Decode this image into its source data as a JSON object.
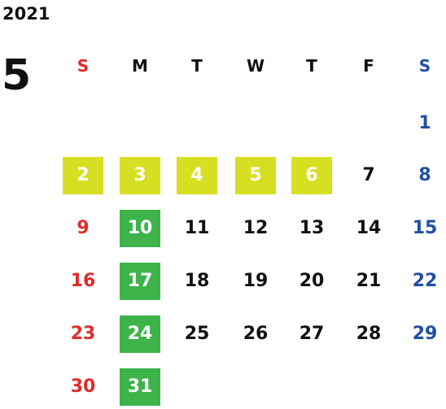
{
  "year": "2021",
  "month": "5",
  "weekdays": [
    "S",
    "M",
    "T",
    "W",
    "T",
    "F",
    "S"
  ],
  "colors": {
    "sunday": "#e02b2b",
    "saturday": "#1f4fa3",
    "weekday": "#111111",
    "holiday_highlight": "#d7df23",
    "green_highlight": "#3db34a"
  },
  "days": [
    {
      "day": "1",
      "col": 6,
      "row": 0
    },
    {
      "day": "2",
      "col": 0,
      "row": 1,
      "highlight": "yellow"
    },
    {
      "day": "3",
      "col": 1,
      "row": 1,
      "highlight": "yellow"
    },
    {
      "day": "4",
      "col": 2,
      "row": 1,
      "highlight": "yellow"
    },
    {
      "day": "5",
      "col": 3,
      "row": 1,
      "highlight": "yellow"
    },
    {
      "day": "6",
      "col": 4,
      "row": 1,
      "highlight": "yellow"
    },
    {
      "day": "7",
      "col": 5,
      "row": 1
    },
    {
      "day": "8",
      "col": 6,
      "row": 1
    },
    {
      "day": "9",
      "col": 0,
      "row": 2
    },
    {
      "day": "10",
      "col": 1,
      "row": 2,
      "highlight": "green"
    },
    {
      "day": "11",
      "col": 2,
      "row": 2
    },
    {
      "day": "12",
      "col": 3,
      "row": 2
    },
    {
      "day": "13",
      "col": 4,
      "row": 2
    },
    {
      "day": "14",
      "col": 5,
      "row": 2
    },
    {
      "day": "15",
      "col": 6,
      "row": 2
    },
    {
      "day": "16",
      "col": 0,
      "row": 3
    },
    {
      "day": "17",
      "col": 1,
      "row": 3,
      "highlight": "green"
    },
    {
      "day": "18",
      "col": 2,
      "row": 3
    },
    {
      "day": "19",
      "col": 3,
      "row": 3
    },
    {
      "day": "20",
      "col": 4,
      "row": 3
    },
    {
      "day": "21",
      "col": 5,
      "row": 3
    },
    {
      "day": "22",
      "col": 6,
      "row": 3
    },
    {
      "day": "23",
      "col": 0,
      "row": 4
    },
    {
      "day": "24",
      "col": 1,
      "row": 4,
      "highlight": "green"
    },
    {
      "day": "25",
      "col": 2,
      "row": 4
    },
    {
      "day": "26",
      "col": 3,
      "row": 4
    },
    {
      "day": "27",
      "col": 4,
      "row": 4
    },
    {
      "day": "28",
      "col": 5,
      "row": 4
    },
    {
      "day": "29",
      "col": 6,
      "row": 4
    },
    {
      "day": "30",
      "col": 0,
      "row": 5
    },
    {
      "day": "31",
      "col": 1,
      "row": 5,
      "highlight": "green"
    }
  ]
}
